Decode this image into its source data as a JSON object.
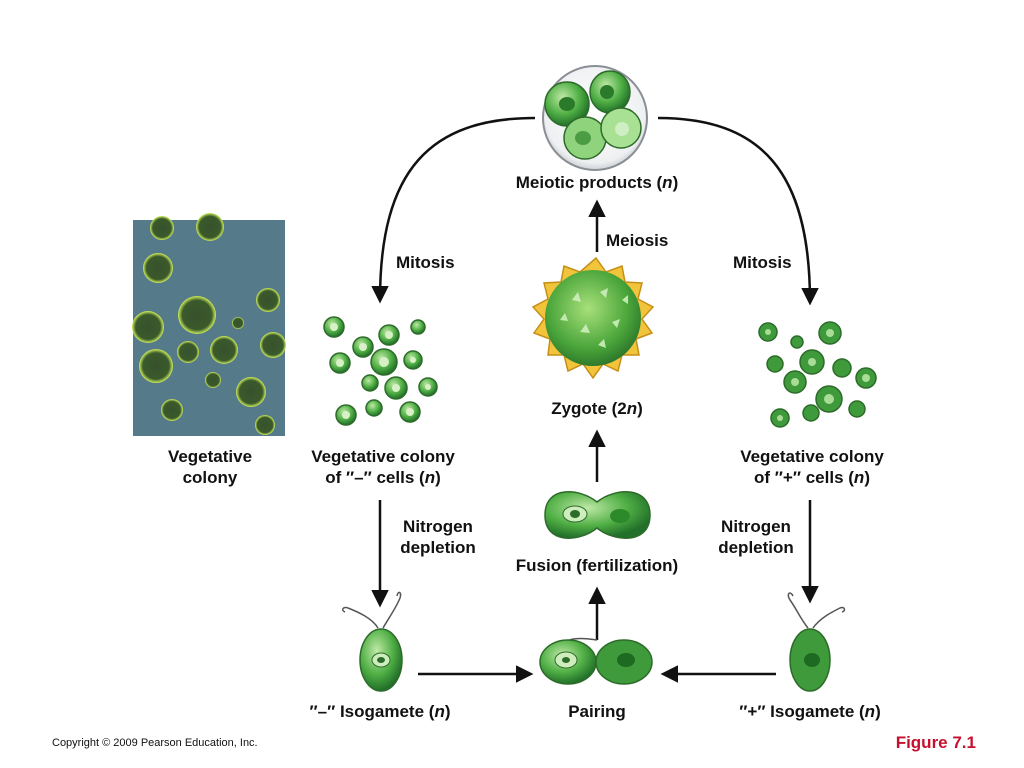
{
  "labels": {
    "meiotic_products": "Meiotic products (n)",
    "meiosis": "Meiosis",
    "mitosis_left": "Mitosis",
    "mitosis_right": "Mitosis",
    "zygote": "Zygote (2n)",
    "vegetative_colony_photo": [
      "Vegetative",
      "colony"
    ],
    "colony_minus": [
      "Vegetative colony",
      "of ″–″ cells (n)"
    ],
    "colony_plus": [
      "Vegetative colony",
      "of ″+″ cells (n)"
    ],
    "nitrogen_left": [
      "Nitrogen",
      "depletion"
    ],
    "nitrogen_right": [
      "Nitrogen",
      "depletion"
    ],
    "fusion": "Fusion (fertilization)",
    "isogamete_minus": "″–″ Isogamete (n)",
    "pairing": "Pairing",
    "isogamete_plus": "″+″ Isogamete (n)"
  },
  "footer": {
    "copyright": "Copyright © 2009 Pearson Education, Inc.",
    "figure": "Figure 7.1"
  },
  "colors": {
    "cell_green": "#3f9a3a",
    "cell_light": "#9fd98a",
    "zygote_yellow": "#f2c43b",
    "photo_bg": "#4b6f80",
    "figure_red": "#c8102e"
  }
}
